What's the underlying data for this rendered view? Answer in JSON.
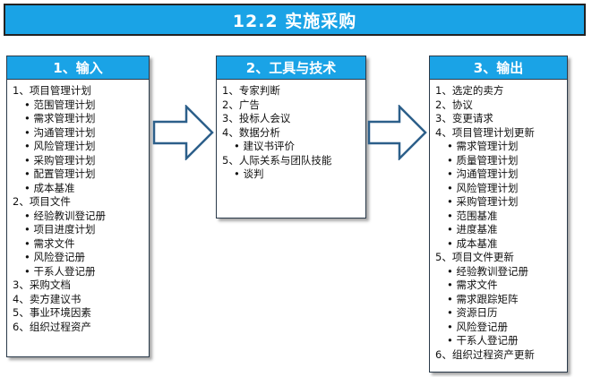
{
  "title": "12.2 实施采购",
  "inputs": {
    "header": "1、输入",
    "lines": [
      {
        "type": "item",
        "text": "1、项目管理计划"
      },
      {
        "type": "sub",
        "text": "• 范围管理计划"
      },
      {
        "type": "sub",
        "text": "• 需求管理计划"
      },
      {
        "type": "sub",
        "text": "• 沟通管理计划"
      },
      {
        "type": "sub",
        "text": "• 风险管理计划"
      },
      {
        "type": "sub",
        "text": "• 采购管理计划"
      },
      {
        "type": "sub",
        "text": "• 配置管理计划"
      },
      {
        "type": "sub",
        "text": "• 成本基准"
      },
      {
        "type": "item",
        "text": "2、项目文件"
      },
      {
        "type": "sub",
        "text": "• 经验教训登记册"
      },
      {
        "type": "sub",
        "text": "• 项目进度计划"
      },
      {
        "type": "sub",
        "text": "• 需求文件"
      },
      {
        "type": "sub",
        "text": "• 风险登记册"
      },
      {
        "type": "sub",
        "text": "• 干系人登记册"
      },
      {
        "type": "item",
        "text": "3、采购文档"
      },
      {
        "type": "item",
        "text": "4、卖方建议书"
      },
      {
        "type": "item",
        "text": "5、事业环境因素"
      },
      {
        "type": "item",
        "text": "6、组织过程资产"
      }
    ]
  },
  "tools": {
    "header": "2、工具与技术",
    "lines": [
      {
        "type": "item",
        "text": "1、专家判断"
      },
      {
        "type": "item",
        "text": "2、广告"
      },
      {
        "type": "item",
        "text": "3、投标人会议"
      },
      {
        "type": "item",
        "text": "4、数据分析"
      },
      {
        "type": "sub",
        "text": "• 建议书评价"
      },
      {
        "type": "item",
        "text": "5、人际关系与团队技能"
      },
      {
        "type": "sub",
        "text": "• 谈判"
      }
    ]
  },
  "outputs": {
    "header": "3、输出",
    "lines": [
      {
        "type": "item",
        "text": "1、选定的卖方"
      },
      {
        "type": "item",
        "text": "2、协议"
      },
      {
        "type": "item",
        "text": "3、变更请求"
      },
      {
        "type": "item",
        "text": "4、项目管理计划更新"
      },
      {
        "type": "sub",
        "text": "• 需求管理计划"
      },
      {
        "type": "sub",
        "text": "• 质量管理计划"
      },
      {
        "type": "sub",
        "text": "• 沟通管理计划"
      },
      {
        "type": "sub",
        "text": "• 风险管理计划"
      },
      {
        "type": "sub",
        "text": "• 采购管理计划"
      },
      {
        "type": "sub",
        "text": "• 范围基准"
      },
      {
        "type": "sub",
        "text": "• 进度基准"
      },
      {
        "type": "sub",
        "text": "• 成本基准"
      },
      {
        "type": "item",
        "text": "5、项目文件更新"
      },
      {
        "type": "sub",
        "text": "• 经验教训登记册"
      },
      {
        "type": "sub",
        "text": "• 需求文件"
      },
      {
        "type": "sub",
        "text": "• 需求跟踪矩阵"
      },
      {
        "type": "sub",
        "text": "• 资源日历"
      },
      {
        "type": "sub",
        "text": "• 风险登记册"
      },
      {
        "type": "sub",
        "text": "• 干系人登记册"
      },
      {
        "type": "item",
        "text": "6、组织过程资产更新"
      }
    ]
  },
  "colors": {
    "header_blue": "#1aa3e6",
    "border": "#2a3a4a",
    "arrow_stroke": "#2c5f8a"
  },
  "icons": [
    "right-arrow-icon",
    "right-arrow-icon"
  ]
}
